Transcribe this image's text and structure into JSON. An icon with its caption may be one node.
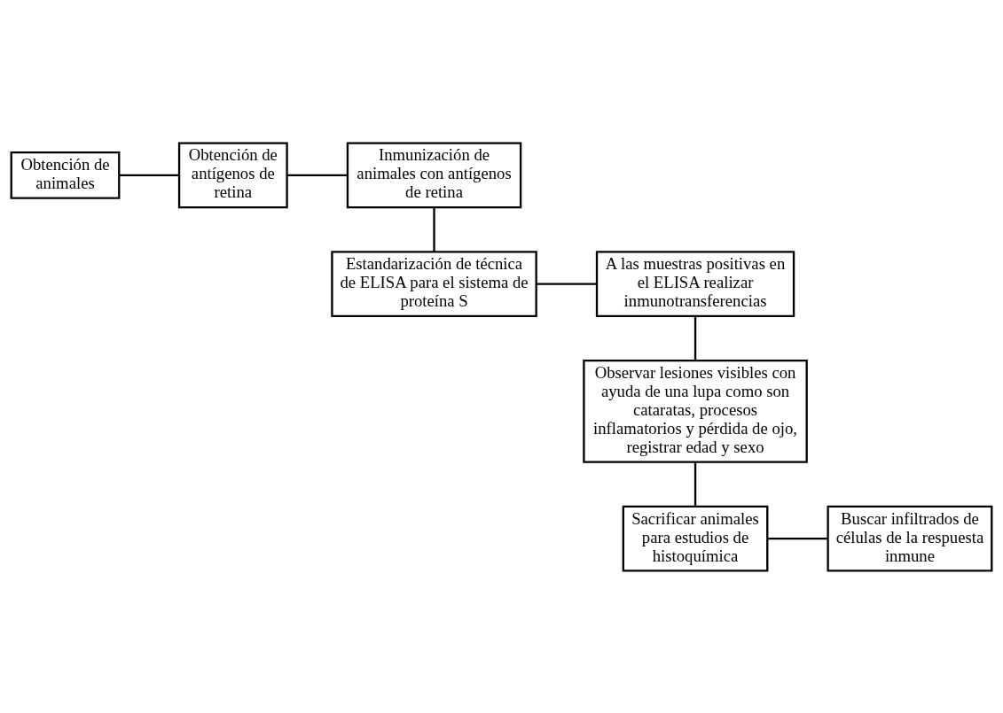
{
  "diagram": {
    "nodes": [
      {
        "text": [
          "Obtención de animales"
        ]
      },
      {
        "text": [
          "Obtención de antígenos de retina"
        ]
      },
      {
        "text": [
          "Inmunización de animales con antígenos de retina"
        ]
      },
      {
        "text": [
          "A las muestras positivas en el ELISA realizar inmunotransferencias"
        ]
      },
      {
        "text": [
          "Estandarización de técnica de ELISA para el sistema de proteína S"
        ]
      },
      {
        "text": [
          "Observar lesiones visibles con ayuda de una lupa como son cataratas, procesos inflamatorios y pérdida de ojo, registrar edad y sexo"
        ]
      },
      {
        "text": [
          "Sacrificar animales para estudios de histoquímica"
        ]
      },
      {
        "text": [
          "Buscar infiltrados de células de la respuesta inmune"
        ]
      }
    ],
    "edges": [
      {
        "from": 0,
        "to": 1,
        "arrow": "none"
      },
      {
        "from": 1,
        "to": 2,
        "arrow": "none"
      },
      {
        "from": 2,
        "to": 4,
        "arrow": "none"
      },
      {
        "from": 4,
        "to": 3,
        "arrow": "none"
      },
      {
        "from": 3,
        "to": 5,
        "arrow": "none"
      },
      {
        "from": 5,
        "to": 6,
        "arrow": "none"
      },
      {
        "from": 6,
        "to": 7,
        "arrow": "none"
      }
    ]
  }
}
